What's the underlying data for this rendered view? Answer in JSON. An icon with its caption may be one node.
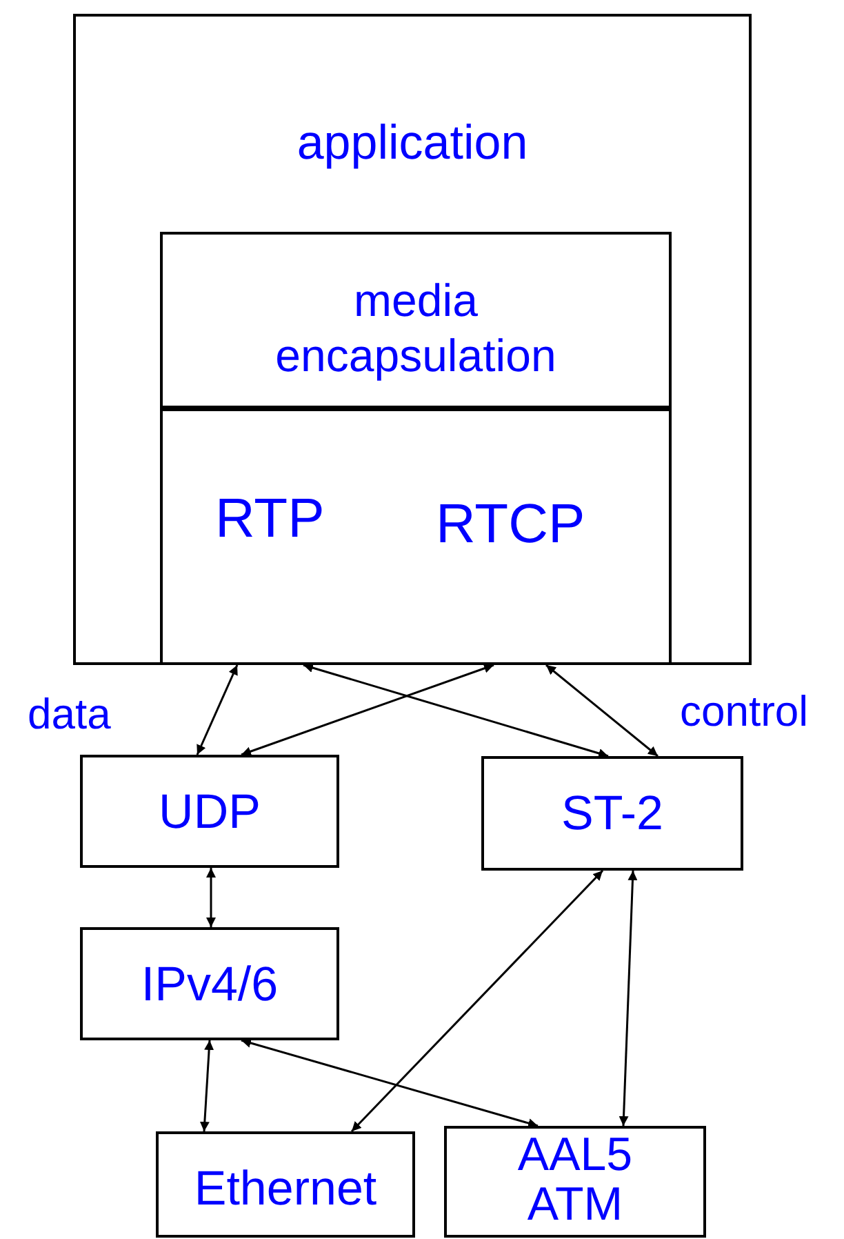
{
  "diagram": {
    "nodes": [
      {
        "text": [
          "application"
        ]
      },
      {
        "text": [
          "media encapsulation"
        ],
        "in": 0
      },
      {
        "text": [
          "RTP",
          "RTCP"
        ],
        "in": 0
      },
      {
        "text": [
          "UDP"
        ]
      },
      {
        "text": [
          "ST-2"
        ]
      },
      {
        "text": [
          "IPv4/6"
        ]
      },
      {
        "text": [
          "Ethernet"
        ]
      },
      {
        "text": [
          "AAL5 ATM"
        ]
      }
    ],
    "edges": [
      {
        "from": 2,
        "to": 3,
        "arrow": "both"
      },
      {
        "from": 2,
        "to": 3,
        "arrow": "both"
      },
      {
        "from": 2,
        "to": 4,
        "arrow": "both"
      },
      {
        "from": 2,
        "to": 4,
        "arrow": "both"
      },
      {
        "from": 3,
        "to": 5,
        "arrow": "both"
      },
      {
        "from": 4,
        "to": 6,
        "arrow": "both"
      },
      {
        "from": 4,
        "to": 7,
        "arrow": "both"
      },
      {
        "from": 5,
        "to": 6,
        "arrow": "both"
      },
      {
        "from": 5,
        "to": 7,
        "arrow": "both"
      }
    ],
    "labels": [
      "data",
      "control"
    ]
  }
}
